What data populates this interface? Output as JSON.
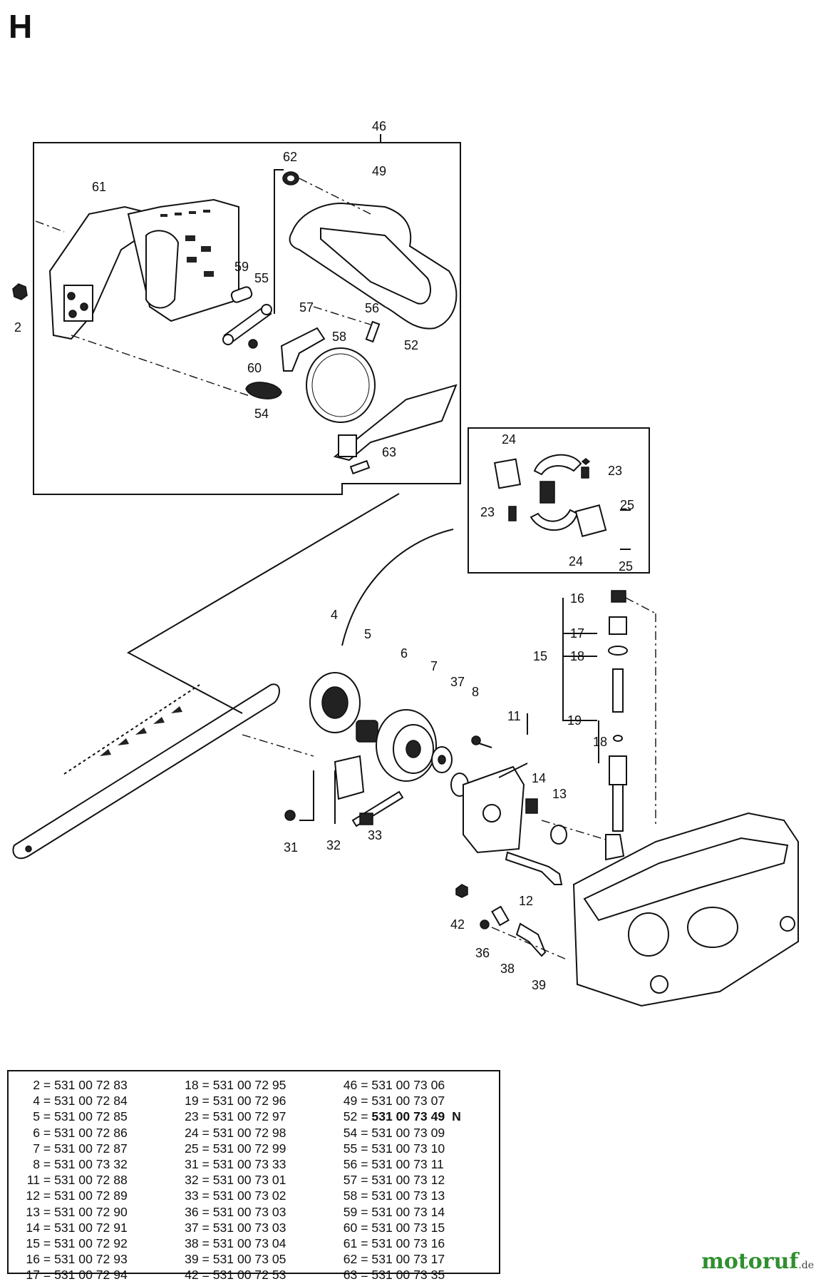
{
  "sheet_letter": "H",
  "callouts": {
    "c46": "46",
    "c62": "62",
    "c49": "49",
    "c61": "61",
    "c2": "2",
    "c59": "59",
    "c55": "55",
    "c57": "57",
    "c56": "56",
    "c58": "58",
    "c52": "52",
    "c60": "60",
    "c54": "54",
    "c63": "63",
    "c24a": "24",
    "c23a": "23",
    "c23b": "23",
    "c25a": "25",
    "c24b": "24",
    "c25b": "25",
    "c16": "16",
    "c17": "17",
    "c15": "15",
    "c18a": "18",
    "c19": "19",
    "c18b": "18",
    "c4": "4",
    "c5": "5",
    "c6": "6",
    "c7": "7",
    "c37": "37",
    "c8": "8",
    "c11": "11",
    "c14": "14",
    "c13": "13",
    "c31": "31",
    "c32": "32",
    "c33": "33",
    "c12": "12",
    "c42": "42",
    "c36": "36",
    "c38": "38",
    "c39": "39"
  },
  "parts_table": {
    "columns": [
      [
        {
          "ref": "2",
          "part_no": "531 00 72 83"
        },
        {
          "ref": "4",
          "part_no": "531 00 72 84"
        },
        {
          "ref": "5",
          "part_no": "531 00 72 85"
        },
        {
          "ref": "6",
          "part_no": "531 00 72 86"
        },
        {
          "ref": "7",
          "part_no": "531 00 72 87"
        },
        {
          "ref": "8",
          "part_no": "531 00 73 32"
        },
        {
          "ref": "11",
          "part_no": "531 00 72 88"
        },
        {
          "ref": "12",
          "part_no": "531 00 72 89"
        },
        {
          "ref": "13",
          "part_no": "531 00 72 90"
        },
        {
          "ref": "14",
          "part_no": "531 00 72 91"
        },
        {
          "ref": "15",
          "part_no": "531 00 72 92"
        },
        {
          "ref": "16",
          "part_no": "531 00 72 93"
        },
        {
          "ref": "17",
          "part_no": "531 00 72 94"
        }
      ],
      [
        {
          "ref": "18",
          "part_no": "531 00 72 95"
        },
        {
          "ref": "19",
          "part_no": "531 00 72 96"
        },
        {
          "ref": "23",
          "part_no": "531 00 72 97"
        },
        {
          "ref": "24",
          "part_no": "531 00 72 98"
        },
        {
          "ref": "25",
          "part_no": "531 00 72 99"
        },
        {
          "ref": "31",
          "part_no": "531 00 73 33"
        },
        {
          "ref": "32",
          "part_no": "531 00 73 01"
        },
        {
          "ref": "33",
          "part_no": "531 00 73 02"
        },
        {
          "ref": "36",
          "part_no": "531 00 73 03"
        },
        {
          "ref": "37",
          "part_no": "531 00 73 03"
        },
        {
          "ref": "38",
          "part_no": "531 00 73 04"
        },
        {
          "ref": "39",
          "part_no": "531 00 73 05"
        },
        {
          "ref": "42",
          "part_no": "531 00 72 53"
        }
      ],
      [
        {
          "ref": "46",
          "part_no": "531 00 73 06"
        },
        {
          "ref": "49",
          "part_no": "531 00 73 07"
        },
        {
          "ref": "52",
          "part_no": "531 00 73 49",
          "bold": true,
          "flag": "N"
        },
        {
          "ref": "54",
          "part_no": "531 00 73 09"
        },
        {
          "ref": "55",
          "part_no": "531 00 73 10"
        },
        {
          "ref": "56",
          "part_no": "531 00 73 11"
        },
        {
          "ref": "57",
          "part_no": "531 00 73 12"
        },
        {
          "ref": "58",
          "part_no": "531 00 73 13"
        },
        {
          "ref": "59",
          "part_no": "531 00 73 14"
        },
        {
          "ref": "60",
          "part_no": "531 00 73 15"
        },
        {
          "ref": "61",
          "part_no": "531 00 73 16"
        },
        {
          "ref": "62",
          "part_no": "531 00 73 17"
        },
        {
          "ref": "63",
          "part_no": "531 00 73 35"
        }
      ]
    ]
  },
  "watermark": {
    "brand": "motoruf",
    "domain": ".de",
    "color": "#2f8f2f"
  }
}
